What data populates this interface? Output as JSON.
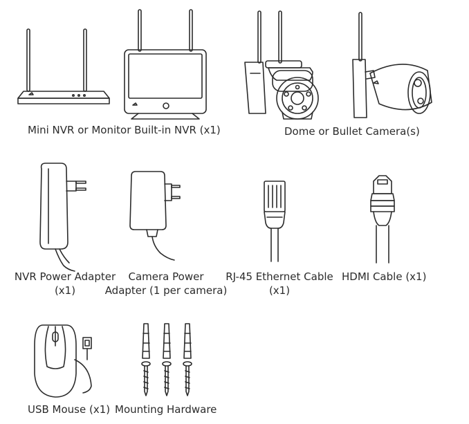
{
  "items": [
    {
      "id": "nvr",
      "lines": [
        "Mini NVR or Monitor Built-in NVR (x1)"
      ]
    },
    {
      "id": "camera",
      "lines": [
        "Dome or Bullet Camera(s)"
      ]
    },
    {
      "id": "nvr_power",
      "lines": [
        "NVR Power Adapter",
        "(x1)"
      ]
    },
    {
      "id": "camera_power",
      "lines": [
        "Camera Power",
        "Adapter (1 per camera)"
      ]
    },
    {
      "id": "ethernet",
      "lines": [
        "RJ-45 Ethernet Cable",
        "(x1)"
      ]
    },
    {
      "id": "hdmi",
      "lines": [
        "HDMI Cable (x1)"
      ]
    },
    {
      "id": "mouse",
      "lines": [
        "USB Mouse (x1)"
      ]
    },
    {
      "id": "hardware",
      "lines": [
        "Mounting Hardware"
      ]
    }
  ],
  "icons": [
    "mini-nvr-icon",
    "monitor-nvr-icon",
    "dome-camera-icon",
    "bullet-camera-icon",
    "nvr-power-adapter-icon",
    "camera-power-adapter-icon",
    "ethernet-cable-icon",
    "hdmi-cable-icon",
    "usb-mouse-icon",
    "mounting-hardware-icon"
  ],
  "colors": {
    "line": "#2b2b2b",
    "background": "#ffffff"
  }
}
